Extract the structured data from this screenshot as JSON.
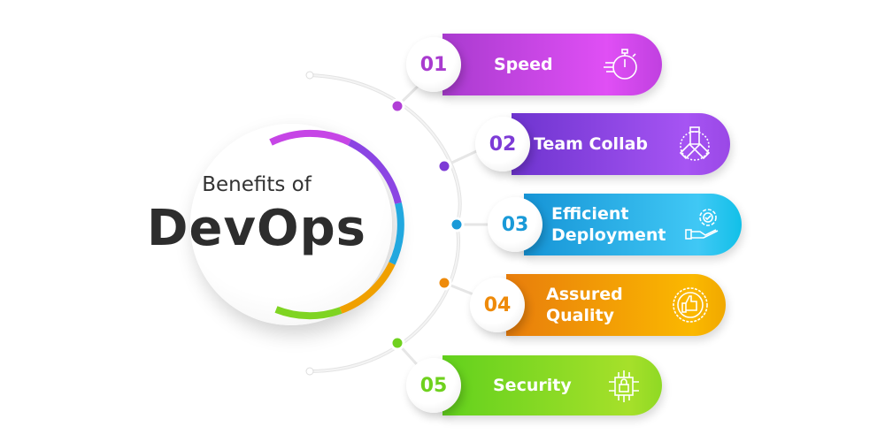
{
  "hub": {
    "subtitle": "Benefits of",
    "title": "DevOps"
  },
  "items": [
    {
      "number": "01",
      "label": "Speed",
      "icon": "stopwatch-icon",
      "color": "#b13ed6",
      "gradient": [
        "#a93bcf",
        "#e04ff5"
      ]
    },
    {
      "number": "02",
      "label": "Team Collab",
      "icon": "team-hands-icon",
      "color": "#7d3bd6",
      "gradient": [
        "#6e34cf",
        "#a654f3"
      ]
    },
    {
      "number": "03",
      "label": "Efficient Deployment",
      "icon": "gear-hand-icon",
      "color": "#1a9ad8",
      "gradient": [
        "#1694d6",
        "#40c8f5"
      ]
    },
    {
      "number": "04",
      "label": "Assured Quality",
      "icon": "quality-badge-icon",
      "color": "#ee8a0a",
      "gradient": [
        "#e87d0c",
        "#fbb800"
      ]
    },
    {
      "number": "05",
      "label": "Security",
      "icon": "security-chip-icon",
      "color": "#6fd11e",
      "gradient": [
        "#62d11d",
        "#a6e02a"
      ]
    }
  ]
}
